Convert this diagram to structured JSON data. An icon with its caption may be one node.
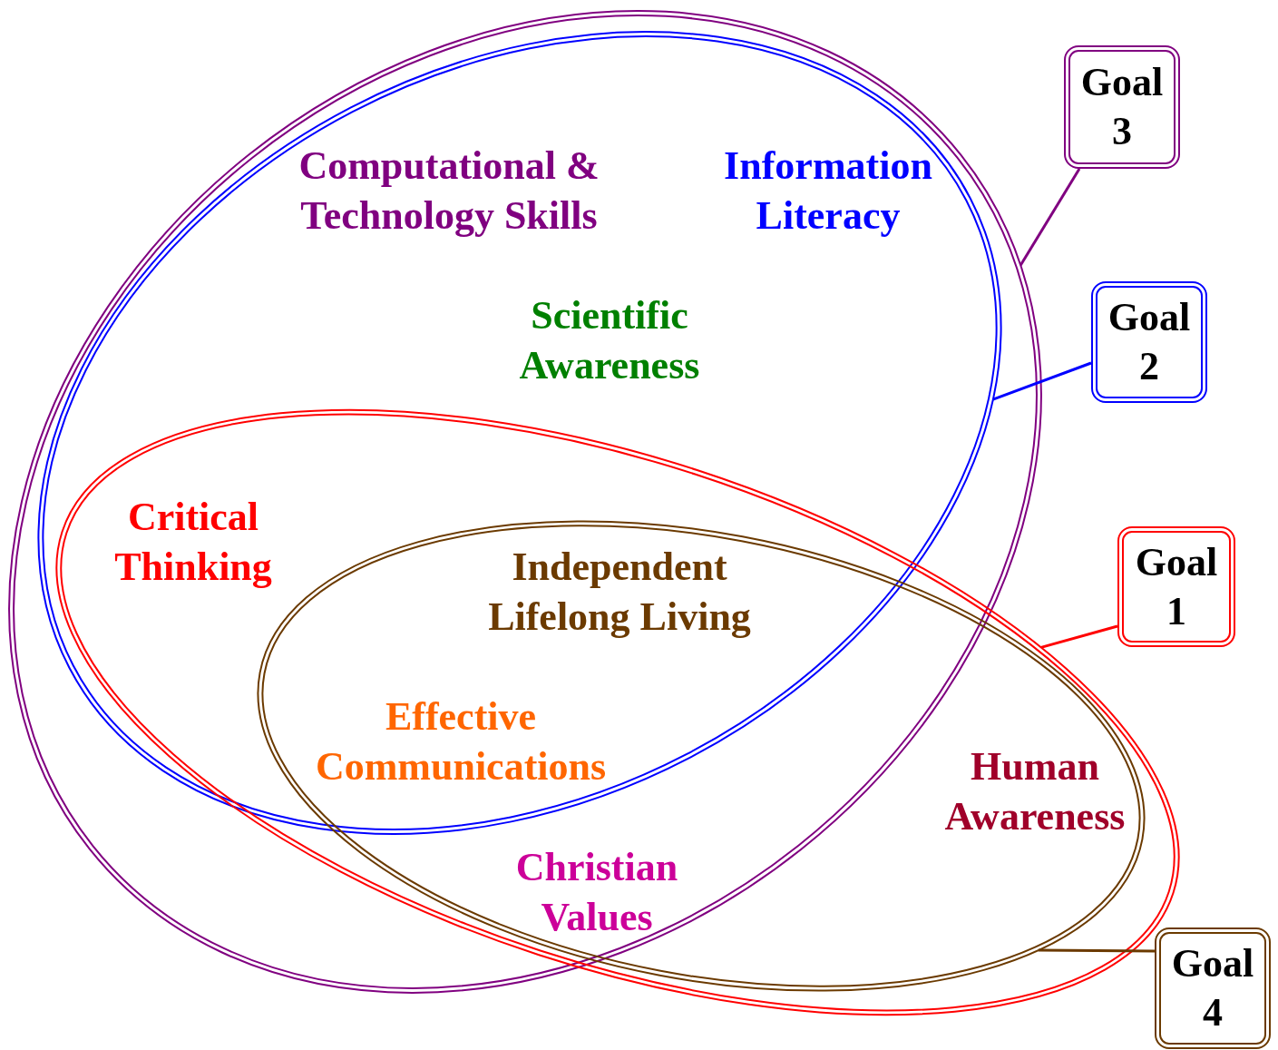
{
  "diagram": {
    "nodes": [
      {
        "text": [],
        "shape": "ellipse"
      },
      {
        "text": [],
        "shape": "ellipse",
        "in": 0
      },
      {
        "text": [],
        "shape": "ellipse"
      },
      {
        "text": [],
        "shape": "ellipse",
        "in": 2
      },
      {
        "text": [
          "Goal 3"
        ]
      },
      {
        "text": [
          "Goal 2"
        ]
      },
      {
        "text": [
          "Goal 1"
        ]
      },
      {
        "text": [
          "Goal 4"
        ]
      }
    ],
    "edges": [
      {
        "from": 4,
        "to": 0,
        "arrow": "none",
        "color": "#800080"
      },
      {
        "from": 5,
        "to": 1,
        "arrow": "none",
        "color": "#0000ff"
      },
      {
        "from": 6,
        "to": 2,
        "arrow": "none",
        "color": "#ff0000"
      },
      {
        "from": 7,
        "to": 3,
        "arrow": "none",
        "color": "#6b3a00"
      }
    ],
    "labels": [
      "Computational & Technology Skills",
      "Information Literacy",
      "Scientific Awareness",
      "Critical Thinking",
      "Independent Lifelong Living",
      "Effective Communications",
      "Human Awareness",
      "Christian Values"
    ]
  }
}
